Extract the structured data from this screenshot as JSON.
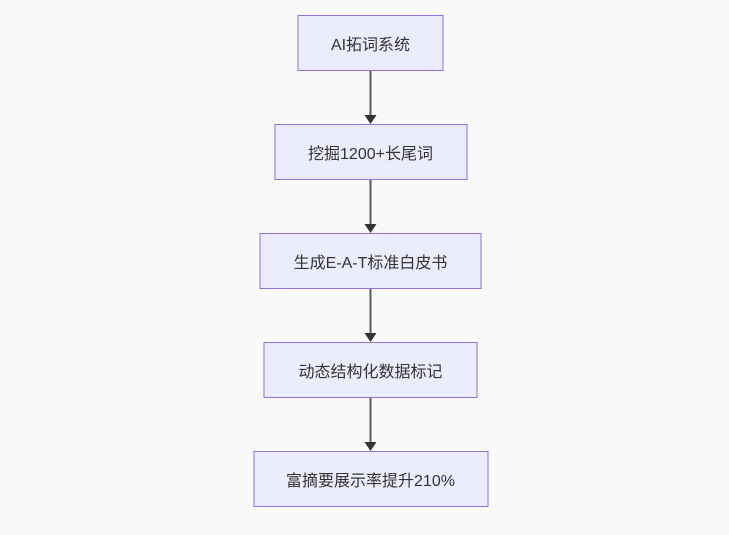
{
  "canvas": {
    "background_color": "#f9f9f9"
  },
  "flowchart": {
    "type": "flowchart",
    "direction": "top-down",
    "node_fill_color": "#ECECFF",
    "node_border_color": "#9370DB",
    "node_text_color": "#333333",
    "edge_line_color": "#5a5a5a",
    "arrowhead_color": "#333333",
    "nodes": [
      {
        "label": "AI拓词系统"
      },
      {
        "label": "挖掘1200+长尾词"
      },
      {
        "label": "生成E-A-T标准白皮书"
      },
      {
        "label": "动态结构化数据标记"
      },
      {
        "label": "富摘要展示率提升210%"
      }
    ],
    "edges": [
      {
        "from": "AI拓词系统",
        "to": "挖掘1200+长尾词"
      },
      {
        "from": "挖掘1200+长尾词",
        "to": "生成E-A-T标准白皮书"
      },
      {
        "from": "生成E-A-T标准白皮书",
        "to": "动态结构化数据标记"
      },
      {
        "from": "动态结构化数据标记",
        "to": "富摘要展示率提升210%"
      }
    ]
  }
}
